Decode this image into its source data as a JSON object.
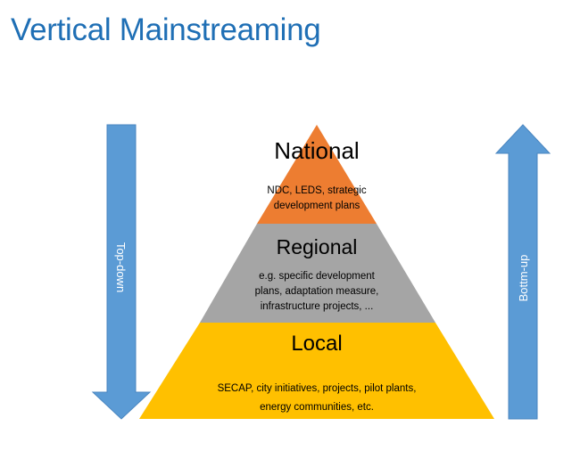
{
  "title": "Vertical Mainstreaming",
  "arrows": {
    "top_down": {
      "label": "Top-down",
      "color": "#5b9bd5"
    },
    "bottom_up": {
      "label": "Bottm-up",
      "color": "#5b9bd5"
    }
  },
  "levels": {
    "national": {
      "title": "National",
      "lines": [
        "NDC,  LEDS, strategic",
        "development plans"
      ],
      "color": "#ed7d31"
    },
    "regional": {
      "title": "Regional",
      "lines": [
        "e.g. specific development",
        "plans, adaptation measure,",
        "infrastructure projects, ..."
      ],
      "color": "#a5a5a5"
    },
    "local": {
      "title": "Local",
      "lines": [
        "SECAP, city initiatives, projects, pilot plants,",
        "energy communities,  etc."
      ],
      "color": "#ffc000"
    }
  }
}
